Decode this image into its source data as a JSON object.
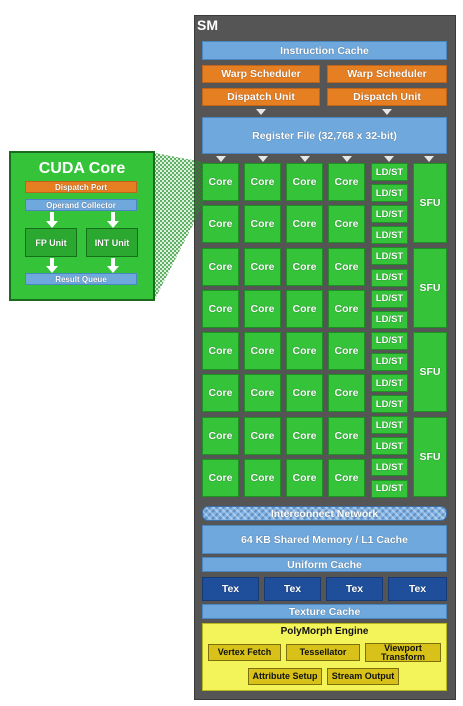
{
  "sm": {
    "title": "SM",
    "instruction_cache": "Instruction Cache",
    "warp_schedulers": [
      "Warp Scheduler",
      "Warp Scheduler"
    ],
    "dispatch_units": [
      "Dispatch Unit",
      "Dispatch Unit"
    ],
    "register_file": "Register File (32,768 x 32-bit)",
    "core_label": "Core",
    "ldst_label": "LD/ST",
    "sfu_label": "SFU",
    "interconnect": "Interconnect Network",
    "shared_memory": "64 KB Shared Memory / L1 Cache",
    "uniform_cache": "Uniform Cache",
    "tex_units": [
      "Tex",
      "Tex",
      "Tex",
      "Tex"
    ],
    "texture_cache": "Texture Cache",
    "polymorph": {
      "title": "PolyMorph Engine",
      "row1": [
        "Vertex Fetch",
        "Tessellator",
        "Viewport Transform"
      ],
      "row2": [
        "Attribute Setup",
        "Stream Output"
      ]
    }
  },
  "cuda_core": {
    "title": "CUDA Core",
    "dispatch_port": "Dispatch Port",
    "operand_collector": "Operand Collector",
    "fp_unit": "FP Unit",
    "int_unit": "INT Unit",
    "result_queue": "Result Queue"
  },
  "colors": {
    "frame": "#555555",
    "cache_blue": "#6fa8dc",
    "orange": "#e67e22",
    "core_green": "#35c33a",
    "tex_dark_blue": "#1f4e9a",
    "polymorph_yellow": "#f3f35a"
  }
}
